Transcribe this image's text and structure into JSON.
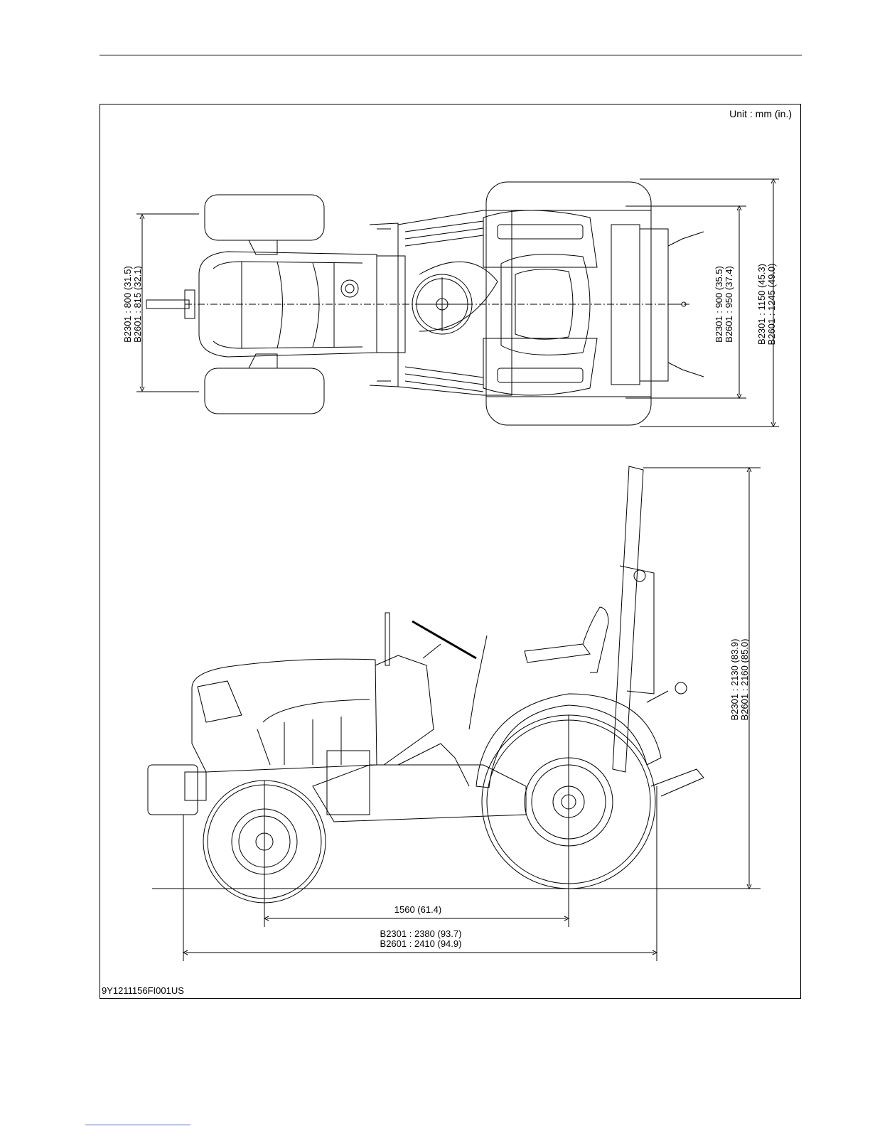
{
  "header": {
    "rule": ""
  },
  "figure": {
    "unit_label": "Unit : mm (in.)",
    "figure_id": "9Y1211156FI001US",
    "top_view": {
      "front_tread": {
        "line1": "B2301 : 800 (31.5)",
        "line2": "B2601 : 815 (32.1)"
      },
      "rear_tread": {
        "line1": "B2301 : 900 (35.5)",
        "line2": "B2601 : 950 (37.4)"
      },
      "overall_width": {
        "line1": "B2301 : 1150 (45.3)",
        "line2": "B2601 : 1245 (49.0)"
      }
    },
    "side_view": {
      "overall_height": {
        "line1": "B2301 : 2130 (83.9)",
        "line2": "B2601 : 2160 (85.0)"
      },
      "wheelbase": "1560 (61.4)",
      "overall_length": {
        "line1": "B2301 : 2380 (93.7)",
        "line2": "B2601 : 2410 (94.9)"
      }
    }
  }
}
